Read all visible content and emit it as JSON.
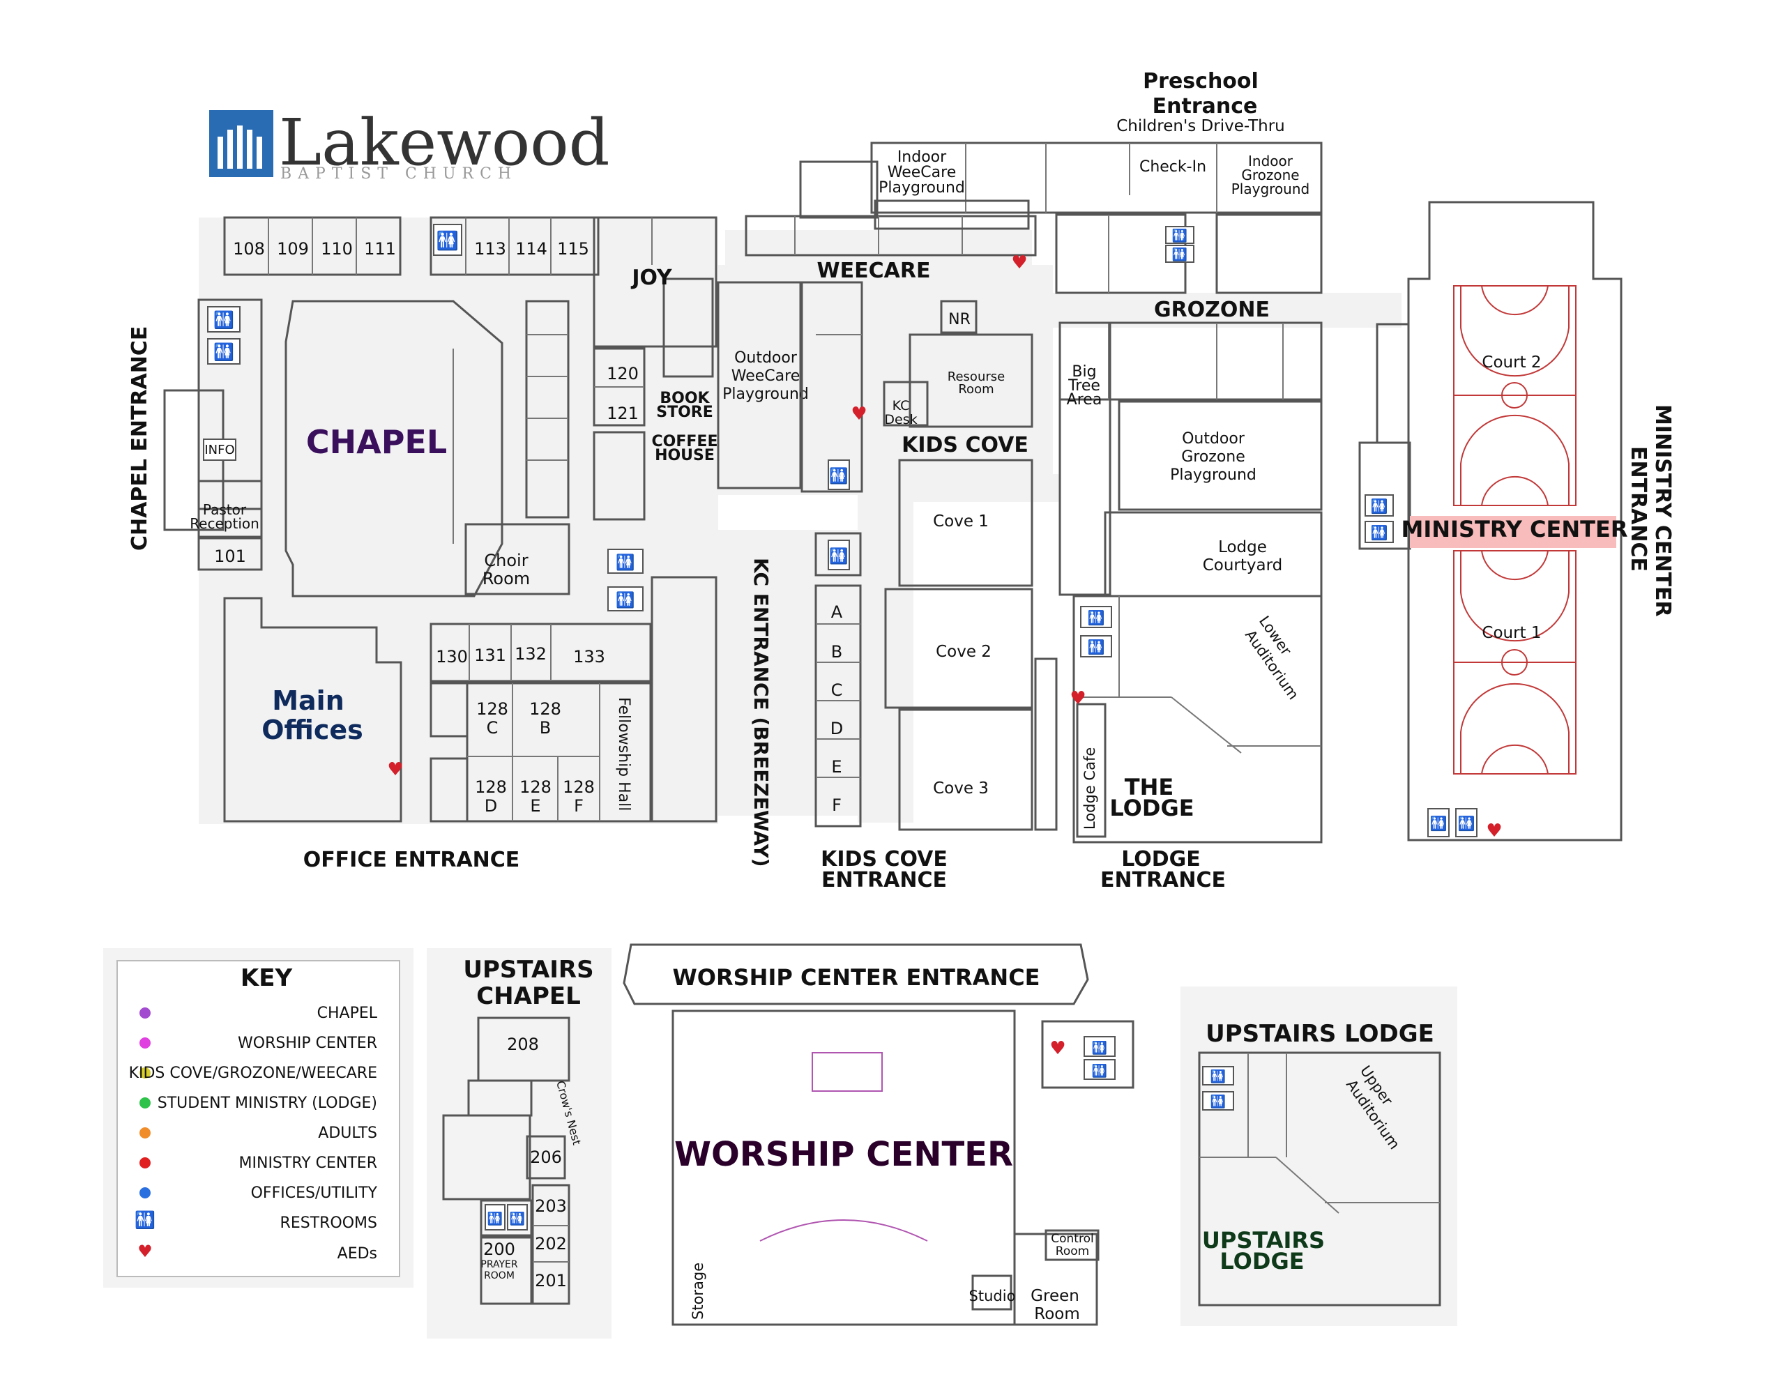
{
  "colors": {
    "chapel": "#e3cdf4",
    "chapel_dark": "#a24bd0",
    "worship": "#f0a3f0",
    "worship_light": "#f6cdf6",
    "kids": "#e6e28c",
    "kids_light": "#f0edc6",
    "lodge": "#b9ebc3",
    "lodge_light": "#e1f5e4",
    "adults": "#f6d3b2",
    "ministry": "#f8bcbc",
    "ministry_line": "#c23838",
    "offices": "#a9c9f4",
    "offices_dark": "#4f8fe0",
    "gray": "#b4b4b4",
    "corridor": "#f2f2f2",
    "logo_blue": "#2a6cb4",
    "aed": "#d3202a"
  },
  "logo": {
    "name": "Lakewood",
    "tagline": "BAPTIST CHURCH"
  },
  "entrances": {
    "chapel": "CHAPEL ENTRANCE",
    "office": "OFFICE ENTRANCE",
    "kc_breezeway": "KC ENTRANCE (BREEZEWAY)",
    "kids_cove_1": "KIDS COVE",
    "kids_cove_2": "ENTRANCE",
    "lodge_1": "LODGE",
    "lodge_2": "ENTRANCE",
    "ministry_1": "MINISTRY CENTER",
    "ministry_2": "ENTRANCE",
    "preschool_1": "Preschool",
    "preschool_2": "Entrance",
    "preschool_sub": "Children's Drive-Thru",
    "worship": "WORSHIP CENTER ENTRANCE"
  },
  "areas": {
    "chapel": "CHAPEL",
    "main_offices_1": "Main",
    "main_offices_2": "Offices",
    "info": "INFO",
    "pastor_1": "Pastor",
    "pastor_2": "Reception",
    "choir_1": "Choir",
    "choir_2": "Room",
    "fellowship": "Fellowship Hall",
    "joy": "JOY",
    "book_1": "BOOK",
    "book_2": "STORE",
    "coffee_1": "COFFEE",
    "coffee_2": "HOUSE",
    "outdoor_weecare_1": "Outdoor",
    "outdoor_weecare_2": "WeeCare",
    "outdoor_weecare_3": "Playground",
    "weecare": "WEECARE",
    "indoor_weecare_1": "Indoor",
    "indoor_weecare_2": "WeeCare",
    "indoor_weecare_3": "Playground",
    "checkin": "Check-In",
    "indoor_grozone_1": "Indoor",
    "indoor_grozone_2": "Grozone",
    "indoor_grozone_3": "Playground",
    "grozone": "GROZONE",
    "nr": "NR",
    "resource_1": "Resourse",
    "resource_2": "Room",
    "kc_desk_1": "KC",
    "kc_desk_2": "Desk",
    "kids_cove": "KIDS COVE",
    "big_tree_1": "Big",
    "big_tree_2": "Tree",
    "big_tree_3": "Area",
    "outdoor_grozone_1": "Outdoor",
    "outdoor_grozone_2": "Grozone",
    "outdoor_grozone_3": "Playground",
    "lodge_courtyard_1": "Lodge",
    "lodge_courtyard_2": "Courtyard",
    "lower_aud_1": "Lower",
    "lower_aud_2": "Auditorium",
    "lodge_cafe": "Lodge Cafe",
    "the_lodge_1": "THE",
    "the_lodge_2": "LODGE",
    "cove1": "Cove 1",
    "cove2": "Cove 2",
    "cove3": "Cove 3",
    "ministry_center": "MINISTRY CENTER",
    "court1": "Court 1",
    "court2": "Court 2",
    "worship_center": "WORSHIP CENTER",
    "storage": "Storage",
    "studio": "Studio",
    "control_1": "Control",
    "control_2": "Room",
    "green_1": "Green",
    "green_2": "Room"
  },
  "rooms": {
    "r108": "108",
    "r109": "109",
    "r110": "110",
    "r111": "111",
    "r113": "113",
    "r114": "114",
    "r115": "115",
    "r120": "120",
    "r121": "121",
    "r101": "101",
    "r130": "130",
    "r131": "131",
    "r132": "132",
    "r133": "133",
    "r128c_1": "128",
    "r128c_2": "C",
    "r128b_1": "128",
    "r128b_2": "B",
    "r128d_1": "128",
    "r128d_2": "D",
    "r128e_1": "128",
    "r128e_2": "E",
    "r128f_1": "128",
    "r128f_2": "F",
    "kc_a": "A",
    "kc_b": "B",
    "kc_c": "C",
    "kc_d": "D",
    "kc_e": "E",
    "kc_f": "F"
  },
  "upstairs_chapel": {
    "title_1": "UPSTAIRS",
    "title_2": "CHAPEL",
    "r208": "208",
    "crows": "Crow's Nest",
    "r206": "206",
    "r203": "203",
    "r202": "202",
    "r201": "201",
    "r200": "200",
    "prayer_1": "PRAYER",
    "prayer_2": "ROOM"
  },
  "upstairs_lodge": {
    "title": "UPSTAIRS LODGE",
    "upper_1": "Upper",
    "upper_2": "Auditorium",
    "label_1": "UPSTAIRS",
    "label_2": "LODGE"
  },
  "key": {
    "title": "KEY",
    "items": [
      {
        "label": "CHAPEL",
        "color": "#a24bd0"
      },
      {
        "label": "WORSHIP CENTER",
        "color": "#e040e0"
      },
      {
        "label": "KIDS COVE/GROZONE/WEECARE",
        "color": "#d8cf2a"
      },
      {
        "label": "STUDENT MINISTRY (LODGE)",
        "color": "#2fc24a"
      },
      {
        "label": "ADULTS",
        "color": "#f08c2a"
      },
      {
        "label": "MINISTRY CENTER",
        "color": "#e02020"
      },
      {
        "label": "OFFICES/UTILITY",
        "color": "#2a6fe0"
      }
    ],
    "restrooms": "RESTROOMS",
    "aeds": "AEDs"
  }
}
